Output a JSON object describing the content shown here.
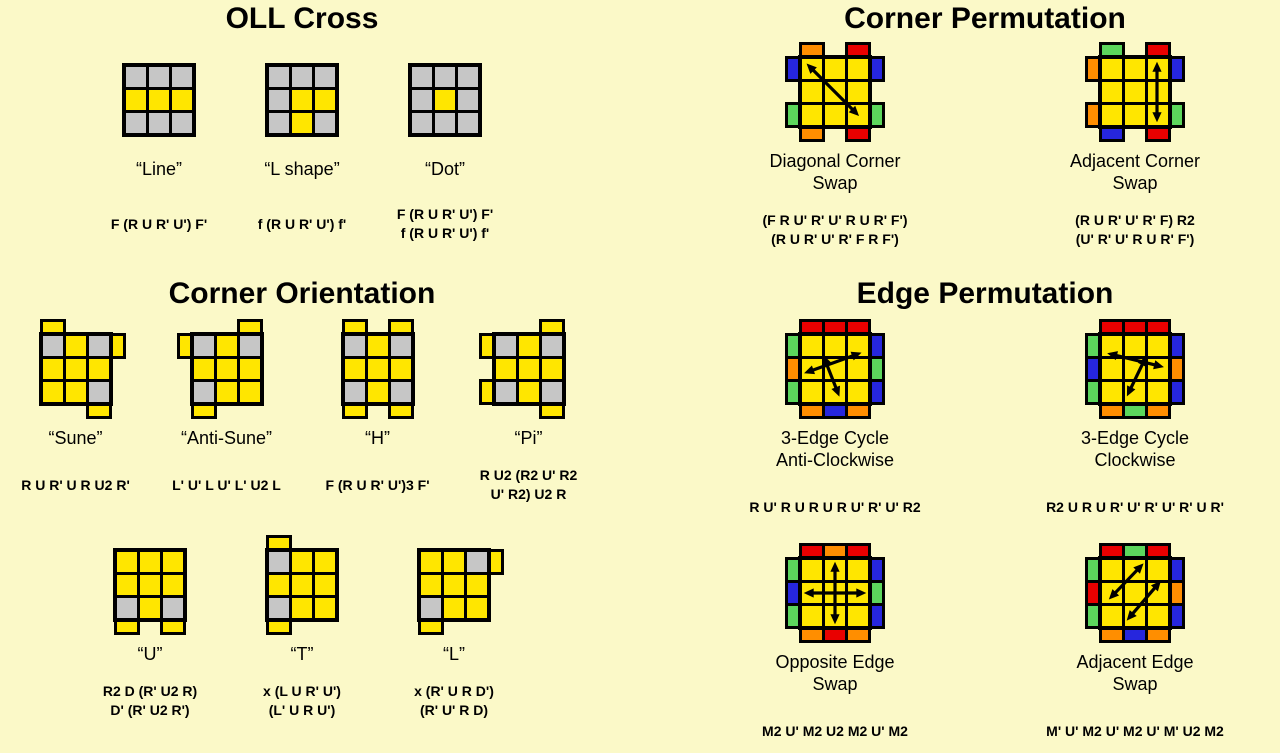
{
  "page_background": "#FBF9C8",
  "sticker_colors": {
    "Y": "#FFE600",
    "S": "#C6C6C6",
    "R": "#E90000",
    "O": "#FF8E00",
    "B": "#2626DD",
    "G": "#5CD65C"
  },
  "sections": [
    {
      "title": "OLL Cross",
      "rows": [
        {
          "items": [
            {
              "label_lines": [
                "“Line”"
              ],
              "alg_lines": [
                "F (R U R' U') F'"
              ],
              "cube": {
                "face": [
                  [
                    "S",
                    "S",
                    "S"
                  ],
                  [
                    "Y",
                    "Y",
                    "Y"
                  ],
                  [
                    "S",
                    "S",
                    "S"
                  ]
                ]
              }
            },
            {
              "label_lines": [
                "“L shape”"
              ],
              "alg_lines": [
                "f (R U R' U') f'"
              ],
              "cube": {
                "face": [
                  [
                    "S",
                    "S",
                    "S"
                  ],
                  [
                    "S",
                    "Y",
                    "Y"
                  ],
                  [
                    "S",
                    "Y",
                    "S"
                  ]
                ]
              }
            },
            {
              "label_lines": [
                "“Dot”"
              ],
              "alg_lines": [
                "F (R U R' U') F'",
                "f (R U R' U') f'"
              ],
              "cube": {
                "face": [
                  [
                    "S",
                    "S",
                    "S"
                  ],
                  [
                    "S",
                    "Y",
                    "S"
                  ],
                  [
                    "S",
                    "S",
                    "S"
                  ]
                ]
              }
            }
          ]
        }
      ]
    },
    {
      "title": "Corner Permutation",
      "rows": [
        {
          "items": [
            {
              "label_lines": [
                "Diagonal Corner",
                "Swap"
              ],
              "alg_lines": [
                "(F R U' R' U' R U R' F')",
                "(R U R' U' R' F R F')"
              ],
              "cube": {
                "face": [
                  [
                    "Y",
                    "Y",
                    "Y"
                  ],
                  [
                    "Y",
                    "Y",
                    "Y"
                  ],
                  [
                    "Y",
                    "Y",
                    "Y"
                  ]
                ],
                "tabs": {
                  "top": [
                    "O",
                    null,
                    "R"
                  ],
                  "left": [
                    "B",
                    null,
                    "G"
                  ],
                  "right": [
                    "B",
                    null,
                    "G"
                  ],
                  "bottom": [
                    "O",
                    null,
                    "R"
                  ]
                },
                "arrows": [
                  {
                    "x1": 0.4,
                    "y1": 0.4,
                    "x2": 2.4,
                    "y2": 2.4,
                    "double": true
                  }
                ]
              }
            },
            {
              "label_lines": [
                "Adjacent Corner",
                "Swap"
              ],
              "alg_lines": [
                "(R U R' U' R' F) R2",
                "(U' R' U' R U R' F')"
              ],
              "cube": {
                "face": [
                  [
                    "Y",
                    "Y",
                    "Y"
                  ],
                  [
                    "Y",
                    "Y",
                    "Y"
                  ],
                  [
                    "Y",
                    "Y",
                    "Y"
                  ]
                ],
                "tabs": {
                  "top": [
                    "G",
                    null,
                    "R"
                  ],
                  "left": [
                    "O",
                    null,
                    "O"
                  ],
                  "right": [
                    "B",
                    null,
                    "G"
                  ],
                  "bottom": [
                    "B",
                    null,
                    "R"
                  ]
                },
                "arrows": [
                  {
                    "x1": 2.5,
                    "y1": 0.4,
                    "x2": 2.5,
                    "y2": 2.6,
                    "double": true
                  }
                ]
              }
            }
          ]
        }
      ]
    },
    {
      "title": "Corner Orientation",
      "rows": [
        {
          "items": [
            {
              "label_lines": [
                "“Sune”"
              ],
              "alg_lines": [
                "R U R' U R U2 R'"
              ],
              "cube": {
                "face": [
                  [
                    "S",
                    "Y",
                    "S"
                  ],
                  [
                    "Y",
                    "Y",
                    "Y"
                  ],
                  [
                    "Y",
                    "Y",
                    "S"
                  ]
                ],
                "tabs": {
                  "top": [
                    "Y",
                    null,
                    null
                  ],
                  "right": [
                    "Y",
                    null,
                    null
                  ],
                  "bottom": [
                    null,
                    null,
                    "Y"
                  ]
                }
              }
            },
            {
              "label_lines": [
                "“Anti-Sune”"
              ],
              "alg_lines": [
                "L' U' L U' L' U2 L"
              ],
              "cube": {
                "face": [
                  [
                    "S",
                    "Y",
                    "S"
                  ],
                  [
                    "Y",
                    "Y",
                    "Y"
                  ],
                  [
                    "S",
                    "Y",
                    "Y"
                  ]
                ],
                "tabs": {
                  "top": [
                    null,
                    null,
                    "Y"
                  ],
                  "left": [
                    "Y",
                    null,
                    null
                  ],
                  "bottom": [
                    "Y",
                    null,
                    null
                  ]
                }
              }
            },
            {
              "label_lines": [
                "“H”"
              ],
              "alg_lines": [
                "F (R U R' U')3 F'"
              ],
              "cube": {
                "face": [
                  [
                    "S",
                    "Y",
                    "S"
                  ],
                  [
                    "Y",
                    "Y",
                    "Y"
                  ],
                  [
                    "S",
                    "Y",
                    "S"
                  ]
                ],
                "tabs": {
                  "top": [
                    "Y",
                    null,
                    "Y"
                  ],
                  "bottom": [
                    "Y",
                    null,
                    "Y"
                  ]
                }
              }
            },
            {
              "label_lines": [
                "“Pi”"
              ],
              "alg_lines": [
                "R U2 (R2 U' R2",
                "U' R2) U2 R"
              ],
              "cube": {
                "face": [
                  [
                    "S",
                    "Y",
                    "S"
                  ],
                  [
                    "Y",
                    "Y",
                    "Y"
                  ],
                  [
                    "S",
                    "Y",
                    "S"
                  ]
                ],
                "tabs": {
                  "top": [
                    null,
                    null,
                    "Y"
                  ],
                  "left": [
                    "Y",
                    null,
                    "Y"
                  ],
                  "bottom": [
                    null,
                    null,
                    "Y"
                  ]
                }
              }
            }
          ]
        },
        {
          "items": [
            {
              "label_lines": [
                "“U”"
              ],
              "alg_lines": [
                "R2 D (R' U2 R)",
                "D' (R' U2 R')"
              ],
              "cube": {
                "face": [
                  [
                    "Y",
                    "Y",
                    "Y"
                  ],
                  [
                    "Y",
                    "Y",
                    "Y"
                  ],
                  [
                    "S",
                    "Y",
                    "S"
                  ]
                ],
                "tabs": {
                  "bottom": [
                    "Y",
                    null,
                    "Y"
                  ]
                }
              }
            },
            {
              "label_lines": [
                "“T”"
              ],
              "alg_lines": [
                "x (L U R' U')",
                "(L' U R U')"
              ],
              "cube": {
                "face": [
                  [
                    "S",
                    "Y",
                    "Y"
                  ],
                  [
                    "Y",
                    "Y",
                    "Y"
                  ],
                  [
                    "S",
                    "Y",
                    "Y"
                  ]
                ],
                "tabs": {
                  "top": [
                    "Y",
                    null,
                    null
                  ],
                  "bottom": [
                    "Y",
                    null,
                    null
                  ]
                }
              }
            },
            {
              "label_lines": [
                "“L”"
              ],
              "alg_lines": [
                "x (R' U R D')",
                "(R' U' R D)"
              ],
              "cube": {
                "face": [
                  [
                    "Y",
                    "Y",
                    "S"
                  ],
                  [
                    "Y",
                    "Y",
                    "Y"
                  ],
                  [
                    "S",
                    "Y",
                    "Y"
                  ]
                ],
                "tabs": {
                  "right": [
                    "Y",
                    null,
                    null
                  ],
                  "bottom": [
                    "Y",
                    null,
                    null
                  ]
                }
              }
            }
          ]
        }
      ]
    },
    {
      "title": "Edge Permutation",
      "rows": [
        {
          "items": [
            {
              "label_lines": [
                "3-Edge Cycle",
                "Anti-Clockwise"
              ],
              "alg_lines": [
                "R U' R U R U R U' R' U' R2"
              ],
              "cube": {
                "face": [
                  [
                    "Y",
                    "Y",
                    "Y"
                  ],
                  [
                    "Y",
                    "Y",
                    "Y"
                  ],
                  [
                    "Y",
                    "Y",
                    "Y"
                  ]
                ],
                "tabs": {
                  "top": [
                    "R",
                    "R",
                    "R"
                  ],
                  "left": [
                    "G",
                    "O",
                    "G"
                  ],
                  "right": [
                    "B",
                    "G",
                    "B"
                  ],
                  "bottom": [
                    "O",
                    "B",
                    "O"
                  ]
                },
                "arrows": [
                  {
                    "x1": 0.35,
                    "y1": 1.6,
                    "x2": 2.45,
                    "y2": 0.85,
                    "double": true
                  },
                  {
                    "x1": 1.05,
                    "y1": 1.1,
                    "x2": 1.6,
                    "y2": 2.5,
                    "double": true
                  }
                ]
              }
            },
            {
              "label_lines": [
                "3-Edge Cycle",
                "Clockwise"
              ],
              "alg_lines": [
                "R2 U R U R' U' R' U' R' U R'"
              ],
              "cube": {
                "face": [
                  [
                    "Y",
                    "Y",
                    "Y"
                  ],
                  [
                    "Y",
                    "Y",
                    "Y"
                  ],
                  [
                    "Y",
                    "Y",
                    "Y"
                  ]
                ],
                "tabs": {
                  "top": [
                    "R",
                    "R",
                    "R"
                  ],
                  "left": [
                    "G",
                    "B",
                    "G"
                  ],
                  "right": [
                    "B",
                    "O",
                    "B"
                  ],
                  "bottom": [
                    "O",
                    "G",
                    "O"
                  ]
                },
                "arrows": [
                  {
                    "x1": 0.5,
                    "y1": 0.85,
                    "x2": 2.55,
                    "y2": 1.35,
                    "double": true
                  },
                  {
                    "x1": 1.9,
                    "y1": 1.15,
                    "x2": 1.25,
                    "y2": 2.5,
                    "double": true
                  }
                ]
              }
            }
          ]
        },
        {
          "items": [
            {
              "label_lines": [
                "Opposite Edge",
                "Swap"
              ],
              "alg_lines": [
                "M2 U' M2 U2 M2 U' M2"
              ],
              "cube": {
                "face": [
                  [
                    "Y",
                    "Y",
                    "Y"
                  ],
                  [
                    "Y",
                    "Y",
                    "Y"
                  ],
                  [
                    "Y",
                    "Y",
                    "Y"
                  ]
                ],
                "tabs": {
                  "top": [
                    "R",
                    "O",
                    "R"
                  ],
                  "left": [
                    "G",
                    "B",
                    "G"
                  ],
                  "right": [
                    "B",
                    "G",
                    "B"
                  ],
                  "bottom": [
                    "O",
                    "R",
                    "O"
                  ]
                },
                "arrows": [
                  {
                    "x1": 1.5,
                    "y1": 0.35,
                    "x2": 1.5,
                    "y2": 2.65,
                    "double": true
                  },
                  {
                    "x1": 0.35,
                    "y1": 1.5,
                    "x2": 2.65,
                    "y2": 1.5,
                    "double": true
                  }
                ]
              }
            },
            {
              "label_lines": [
                "Adjacent Edge",
                "Swap"
              ],
              "alg_lines": [
                "M' U' M2 U' M2 U' M' U2 M2"
              ],
              "cube": {
                "face": [
                  [
                    "Y",
                    "Y",
                    "Y"
                  ],
                  [
                    "Y",
                    "Y",
                    "Y"
                  ],
                  [
                    "Y",
                    "Y",
                    "Y"
                  ]
                ],
                "tabs": {
                  "top": [
                    "R",
                    "G",
                    "R"
                  ],
                  "left": [
                    "G",
                    "R",
                    "G"
                  ],
                  "right": [
                    "B",
                    "O",
                    "B"
                  ],
                  "bottom": [
                    "O",
                    "B",
                    "O"
                  ]
                },
                "arrows": [
                  {
                    "x1": 1.7,
                    "y1": 0.35,
                    "x2": 0.5,
                    "y2": 1.6,
                    "double": true
                  },
                  {
                    "x1": 2.5,
                    "y1": 1.15,
                    "x2": 1.3,
                    "y2": 2.55,
                    "double": true
                  }
                ]
              }
            }
          ]
        }
      ]
    }
  ]
}
